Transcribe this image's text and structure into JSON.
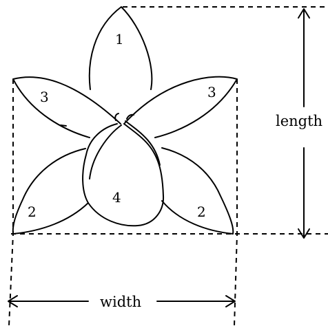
{
  "figure": {
    "petal_labels": {
      "top": "1",
      "upper_left": "3",
      "upper_right": "3",
      "lower_left": "2",
      "lower_right": "2",
      "center": "4"
    },
    "dimension_labels": {
      "length": "length",
      "width": "width"
    }
  }
}
